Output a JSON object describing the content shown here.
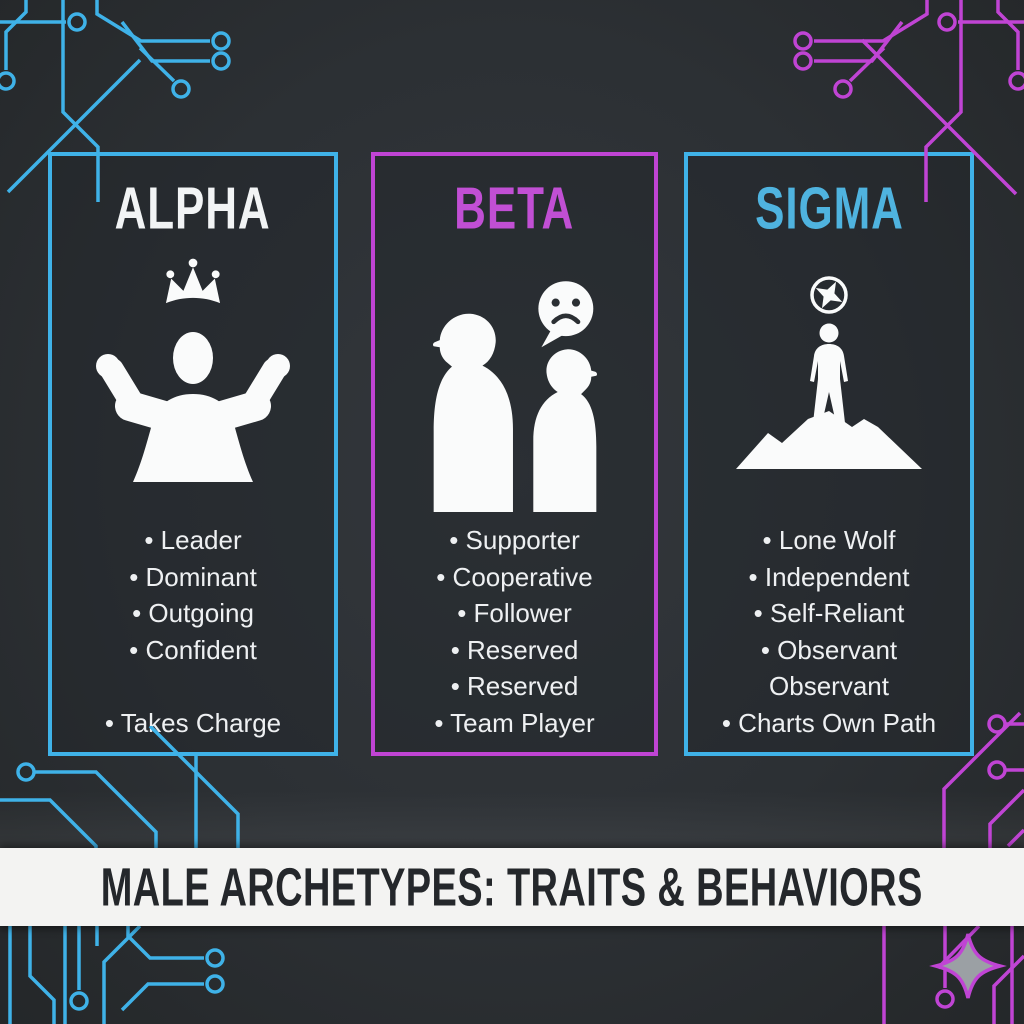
{
  "banner": {
    "title": "MALE ARCHETYPES: TRAITS & BEHAVIORS"
  },
  "colors": {
    "background": "#2d3135",
    "card_background": "#2a2e32",
    "cyan_accent": "#3fb2e8",
    "magenta_accent": "#c044d4",
    "alpha_title": "#f2f4f5",
    "beta_title": "#c14fd4",
    "sigma_title": "#4fb3df",
    "trait_text": "#eef0f2",
    "banner_background": "#f3f3f2",
    "banner_text": "#24272b",
    "sparkle_gray": "#9ba0a4",
    "silhouette_white": "#fafbfb"
  },
  "columns": [
    {
      "title": "ALPHA",
      "border_color": "#3fb2e8",
      "title_color": "#f2f4f5",
      "icons": [
        "crown-icon",
        "flexing-man-icon"
      ],
      "traits": [
        "• Leader",
        "• Dominant",
        "• Outgoing",
        "• Confident",
        "",
        "• Takes Charge"
      ]
    },
    {
      "title": "BETA",
      "border_color": "#c044d4",
      "title_color": "#c14fd4",
      "icons": [
        "sad-speech-bubble-icon",
        "two-profile-silhouettes-icon"
      ],
      "traits": [
        "• Supporter",
        "• Cooperative",
        "• Follower",
        "• Reserved",
        "• Reserved",
        "• Team Player"
      ]
    },
    {
      "title": "SIGMA",
      "border_color": "#3fb2e8",
      "title_color": "#4fb3df",
      "icons": [
        "compass-icon",
        "man-on-mountain-icon"
      ],
      "traits": [
        "• Lone Wolf",
        "• Independent",
        "• Self-Reliant",
        "• Observant",
        "Observant",
        "• Charts Own Path"
      ]
    }
  ]
}
